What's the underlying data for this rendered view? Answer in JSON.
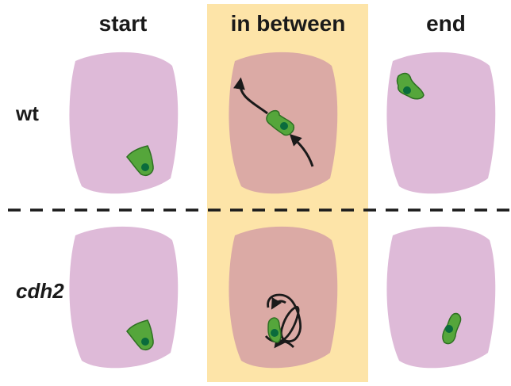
{
  "columns": [
    "start",
    "in between",
    "end"
  ],
  "rows": [
    "wt",
    "cdh2"
  ],
  "colors": {
    "highlight_band": "#fde4a8",
    "tissue": "#debad8",
    "tissue_highlighted": "#dbaaa5",
    "cell": "#55a63b",
    "cell_outline": "#2e6f22",
    "nucleus": "#0a6b3c",
    "arrow": "#1a1a1a",
    "divider": "#1a1a1a"
  },
  "icons": {
    "tissue": "tissue-blob",
    "cell": "migrating-cell",
    "track": "migration-arrow"
  }
}
